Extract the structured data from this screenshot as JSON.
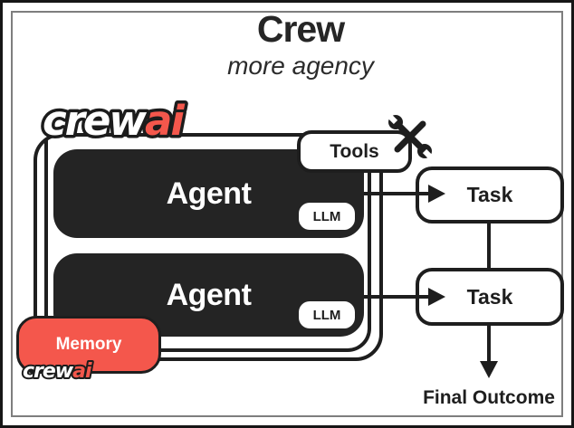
{
  "header": {
    "title": "Crew",
    "subtitle": "more agency"
  },
  "brand": {
    "logo_text_white": "crew",
    "logo_text_red": "ai"
  },
  "crew_container": {
    "agents": [
      {
        "label": "Agent",
        "badge": "LLM"
      },
      {
        "label": "Agent",
        "badge": "LLM"
      }
    ],
    "tools": {
      "label": "Tools"
    },
    "memory": {
      "label": "Memory"
    }
  },
  "tasks": [
    {
      "label": "Task"
    },
    {
      "label": "Task"
    }
  ],
  "final_outcome": "Final Outcome",
  "icons": {
    "tools_icon": "crossed-wrench-screwdriver"
  },
  "colors": {
    "accent_red": "#f4574c",
    "panel_dark": "#242424",
    "line_black": "#1e1e1e",
    "frame_gray": "#7e7e7e",
    "background": "#ffffff"
  }
}
